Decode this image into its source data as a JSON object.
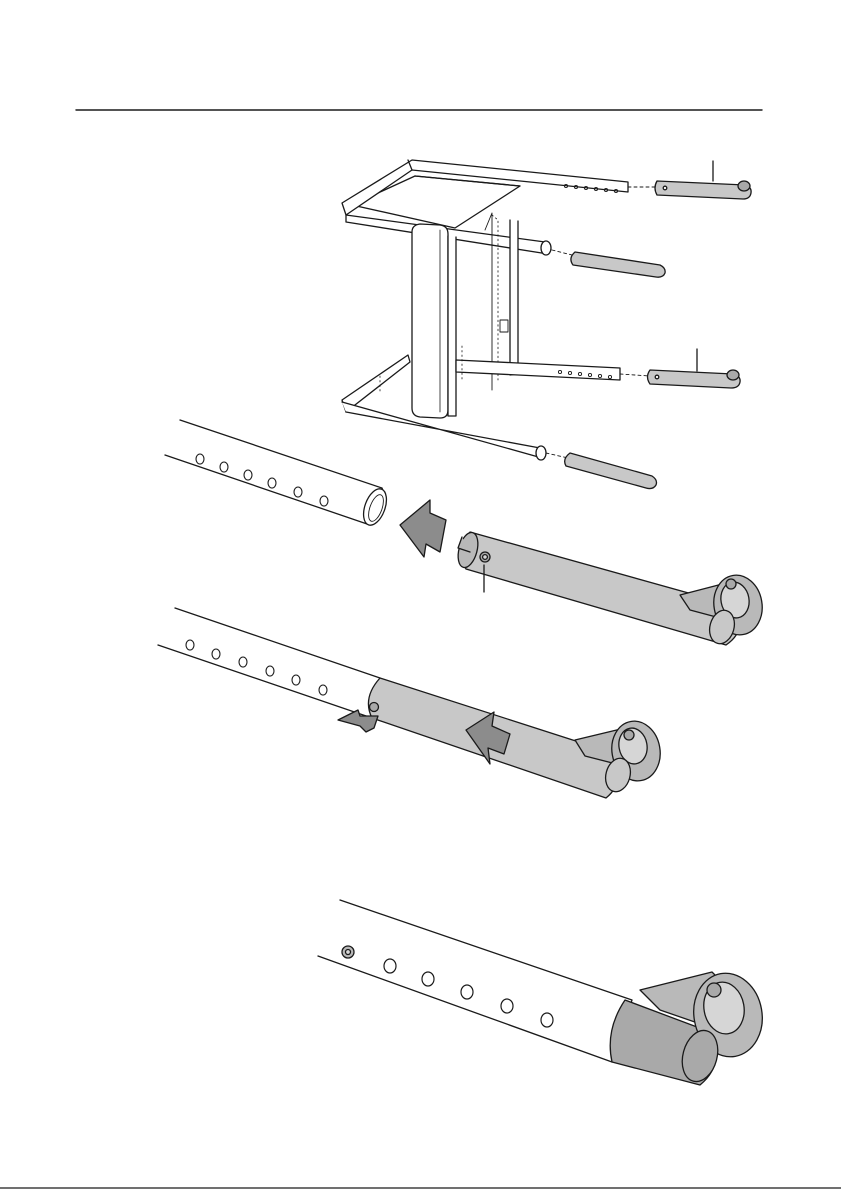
{
  "page": {
    "background": "#ffffff",
    "header_rule": true,
    "bottom_rule": true
  },
  "colors": {
    "line": "#1a1a1a",
    "tube": "#ffffff",
    "leg_fill": "#c8c8c8",
    "leg_fill_dark": "#a9a9a9",
    "arrow_fill": "#8c8c8c",
    "wheel_fill": "#b9b9b9"
  },
  "steps": [
    {
      "id": "overview",
      "description_visible": false,
      "callouts": 2
    },
    {
      "id": "insert-leg",
      "arrows": 1,
      "callouts": 1
    },
    {
      "id": "press-button-slide",
      "arrows": 2
    },
    {
      "id": "locked-position",
      "arrows": 0
    }
  ],
  "icons": [
    "stool-frame-illustration",
    "leg-insert-illustration",
    "push-button-illustration",
    "locked-leg-illustration"
  ]
}
